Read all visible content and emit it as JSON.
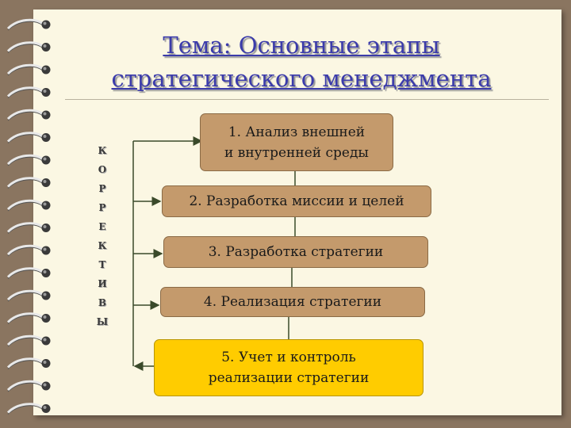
{
  "title": {
    "line1": "Тема: Основные этапы",
    "line2": "стратегического менеджмента"
  },
  "side_label_letters": [
    "К",
    "О",
    "Р",
    "Р",
    "Е",
    "К",
    "Т",
    "И",
    "В",
    "Ы"
  ],
  "stages": [
    {
      "line1": "1.   Анализ внешней",
      "line2": "и внутренней среды"
    },
    {
      "label": "2. Разработка миссии и целей"
    },
    {
      "label": "3. Разработка стратегии"
    },
    {
      "label": "4. Реализация стратегии"
    },
    {
      "line1": "5. Учет и контроль",
      "line2": "реализации стратегии"
    }
  ],
  "colors": {
    "stage_fill": "#c49a6c",
    "final_stage_fill": "#ffcc00",
    "title_color": "#3b3baa",
    "arrow_color": "#3a4a2a"
  }
}
